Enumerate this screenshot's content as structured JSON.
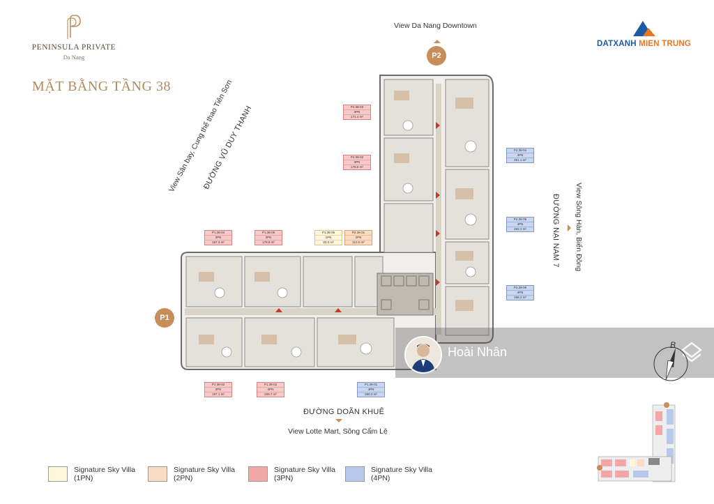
{
  "brand": {
    "name": "PENINSULA PRIVATE",
    "city": "Da Nang",
    "floor_title": "MẶT BẰNG TẦNG 38"
  },
  "developer": {
    "name_part1": "DATXANH",
    "name_part2": "MIEN TRUNG"
  },
  "views": {
    "top": "View Da Nang Downtown",
    "left": "View Sân bay, Cung thể thao Tiên Sơn",
    "right": "View Sông Hàn, Biển Đông",
    "bottom": "View Lotte Mart, Sông Cẩm Lệ"
  },
  "streets": {
    "left": "ĐƯỜNG VŨ DUY THANH",
    "right": "ĐƯỜNG NẠI NAM 7",
    "bottom": "ĐƯỜNG DOÃN KHUÊ"
  },
  "towers": {
    "p1": "P1",
    "p2": "P2"
  },
  "units": [
    {
      "code": "P2.38-03",
      "beds": "3PN",
      "area": "171.4 m²"
    },
    {
      "code": "P2.38-02",
      "beds": "3PN",
      "area": "178.8 m²"
    },
    {
      "code": "P2.38-04",
      "beds": "4PN",
      "area": "261.1 m²"
    },
    {
      "code": "P2.38-05",
      "beds": "4PN",
      "area": "282.1 m²"
    },
    {
      "code": "P2.38-06",
      "beds": "4PN",
      "area": "258.3 m²"
    },
    {
      "code": "P1.38-04",
      "beds": "3PN",
      "area": "157.3 m²"
    },
    {
      "code": "P1.38-05",
      "beds": "3PN",
      "area": "178.8 m²"
    },
    {
      "code": "P1.38-06",
      "beds": "1PN",
      "area": "83.0 m²"
    },
    {
      "code": "P2.38-01",
      "beds": "2PN",
      "area": "110.0 m²"
    },
    {
      "code": "P1.38-03",
      "beds": "3PN",
      "area": "157.1 m²"
    },
    {
      "code": "P1.38-02",
      "beds": "3PN",
      "area": "209.7 m²"
    },
    {
      "code": "P1.38-01",
      "beds": "4PN",
      "area": "280.3 m²"
    }
  ],
  "legend": [
    {
      "line1": "Signature Sky Villa",
      "line2": "(1PN)",
      "color": "#fff6dc"
    },
    {
      "line1": "Signature Sky Villa",
      "line2": "(2PN)",
      "color": "#fbdcc2"
    },
    {
      "line1": "Signature Sky Villa",
      "line2": "(3PN)",
      "color": "#f4a7a7"
    },
    {
      "line1": "Signature Sky Villa",
      "line2": "(4PN)",
      "color": "#b7c8ea"
    }
  ],
  "watermark": {
    "name": "Hoài Nhân"
  },
  "compass": {
    "label": "B"
  },
  "colors": {
    "accent": "#c88e5a",
    "brand_blue": "#1e5aa6",
    "brand_orange": "#e87722"
  }
}
